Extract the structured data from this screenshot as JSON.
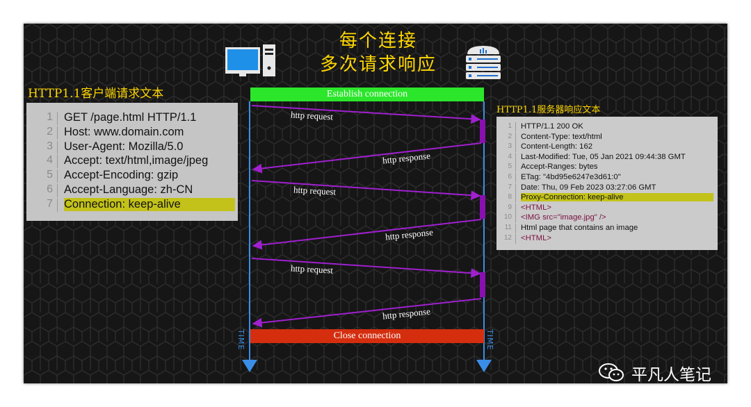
{
  "title": {
    "line1": "每个连接",
    "line2": "多次请求响应"
  },
  "client": {
    "title": "HTTP1.1客户端请求文本",
    "lines": [
      {
        "num": "1",
        "text": "GET /page.html HTTP/1.1"
      },
      {
        "num": "2",
        "text": "Host: www.domain.com"
      },
      {
        "num": "3",
        "text": "User-Agent: Mozilla/5.0"
      },
      {
        "num": "4",
        "text": "Accept: text/html,image/jpeg"
      },
      {
        "num": "5",
        "text": "Accept-Encoding: gzip"
      },
      {
        "num": "6",
        "text": "Accept-Language: zh-CN"
      },
      {
        "num": "7",
        "text": "Connection: keep-alive"
      }
    ]
  },
  "server": {
    "title": "HTTP1.1服务器响应文本",
    "lines": [
      {
        "num": "1",
        "text": "HTTP/1.1 200 OK"
      },
      {
        "num": "2",
        "text": "Content-Type: text/html"
      },
      {
        "num": "3",
        "text": "Content-Length: 162"
      },
      {
        "num": "4",
        "text": "Last-Modified: Tue, 05 Jan 2021 09:44:38 GMT"
      },
      {
        "num": "5",
        "text": "Accept-Ranges: bytes"
      },
      {
        "num": "6",
        "text": "ETag: \"4bd95e6247e3d61:0\""
      },
      {
        "num": "7",
        "text": "Date: Thu, 09 Feb 2023 03:27:06 GMT"
      },
      {
        "num": "8",
        "text": "Proxy-Connection: keep-alive"
      },
      {
        "num": "9",
        "text": "<HTML>"
      },
      {
        "num": "10",
        "text": "<IMG src=\"image.jpg\" />"
      },
      {
        "num": "11",
        "text": " Html page that contains an image"
      },
      {
        "num": "12",
        "text": " <HTML>"
      }
    ]
  },
  "establish": "Establish connection",
  "close": "Close connection",
  "messages": [
    {
      "label": "http request"
    },
    {
      "label": "http response"
    },
    {
      "label": "http request"
    },
    {
      "label": "http response"
    },
    {
      "label": "http request"
    },
    {
      "label": "http response"
    }
  ],
  "time_label": "TIME",
  "watermark": "平凡人笔记",
  "colors": {
    "accent": "#ffd700",
    "establish": "#2ce62c",
    "close": "#d42e0f",
    "arrows": "#a020d0",
    "timeline": "#3b8ee8",
    "highlight": "#c3c21a"
  }
}
